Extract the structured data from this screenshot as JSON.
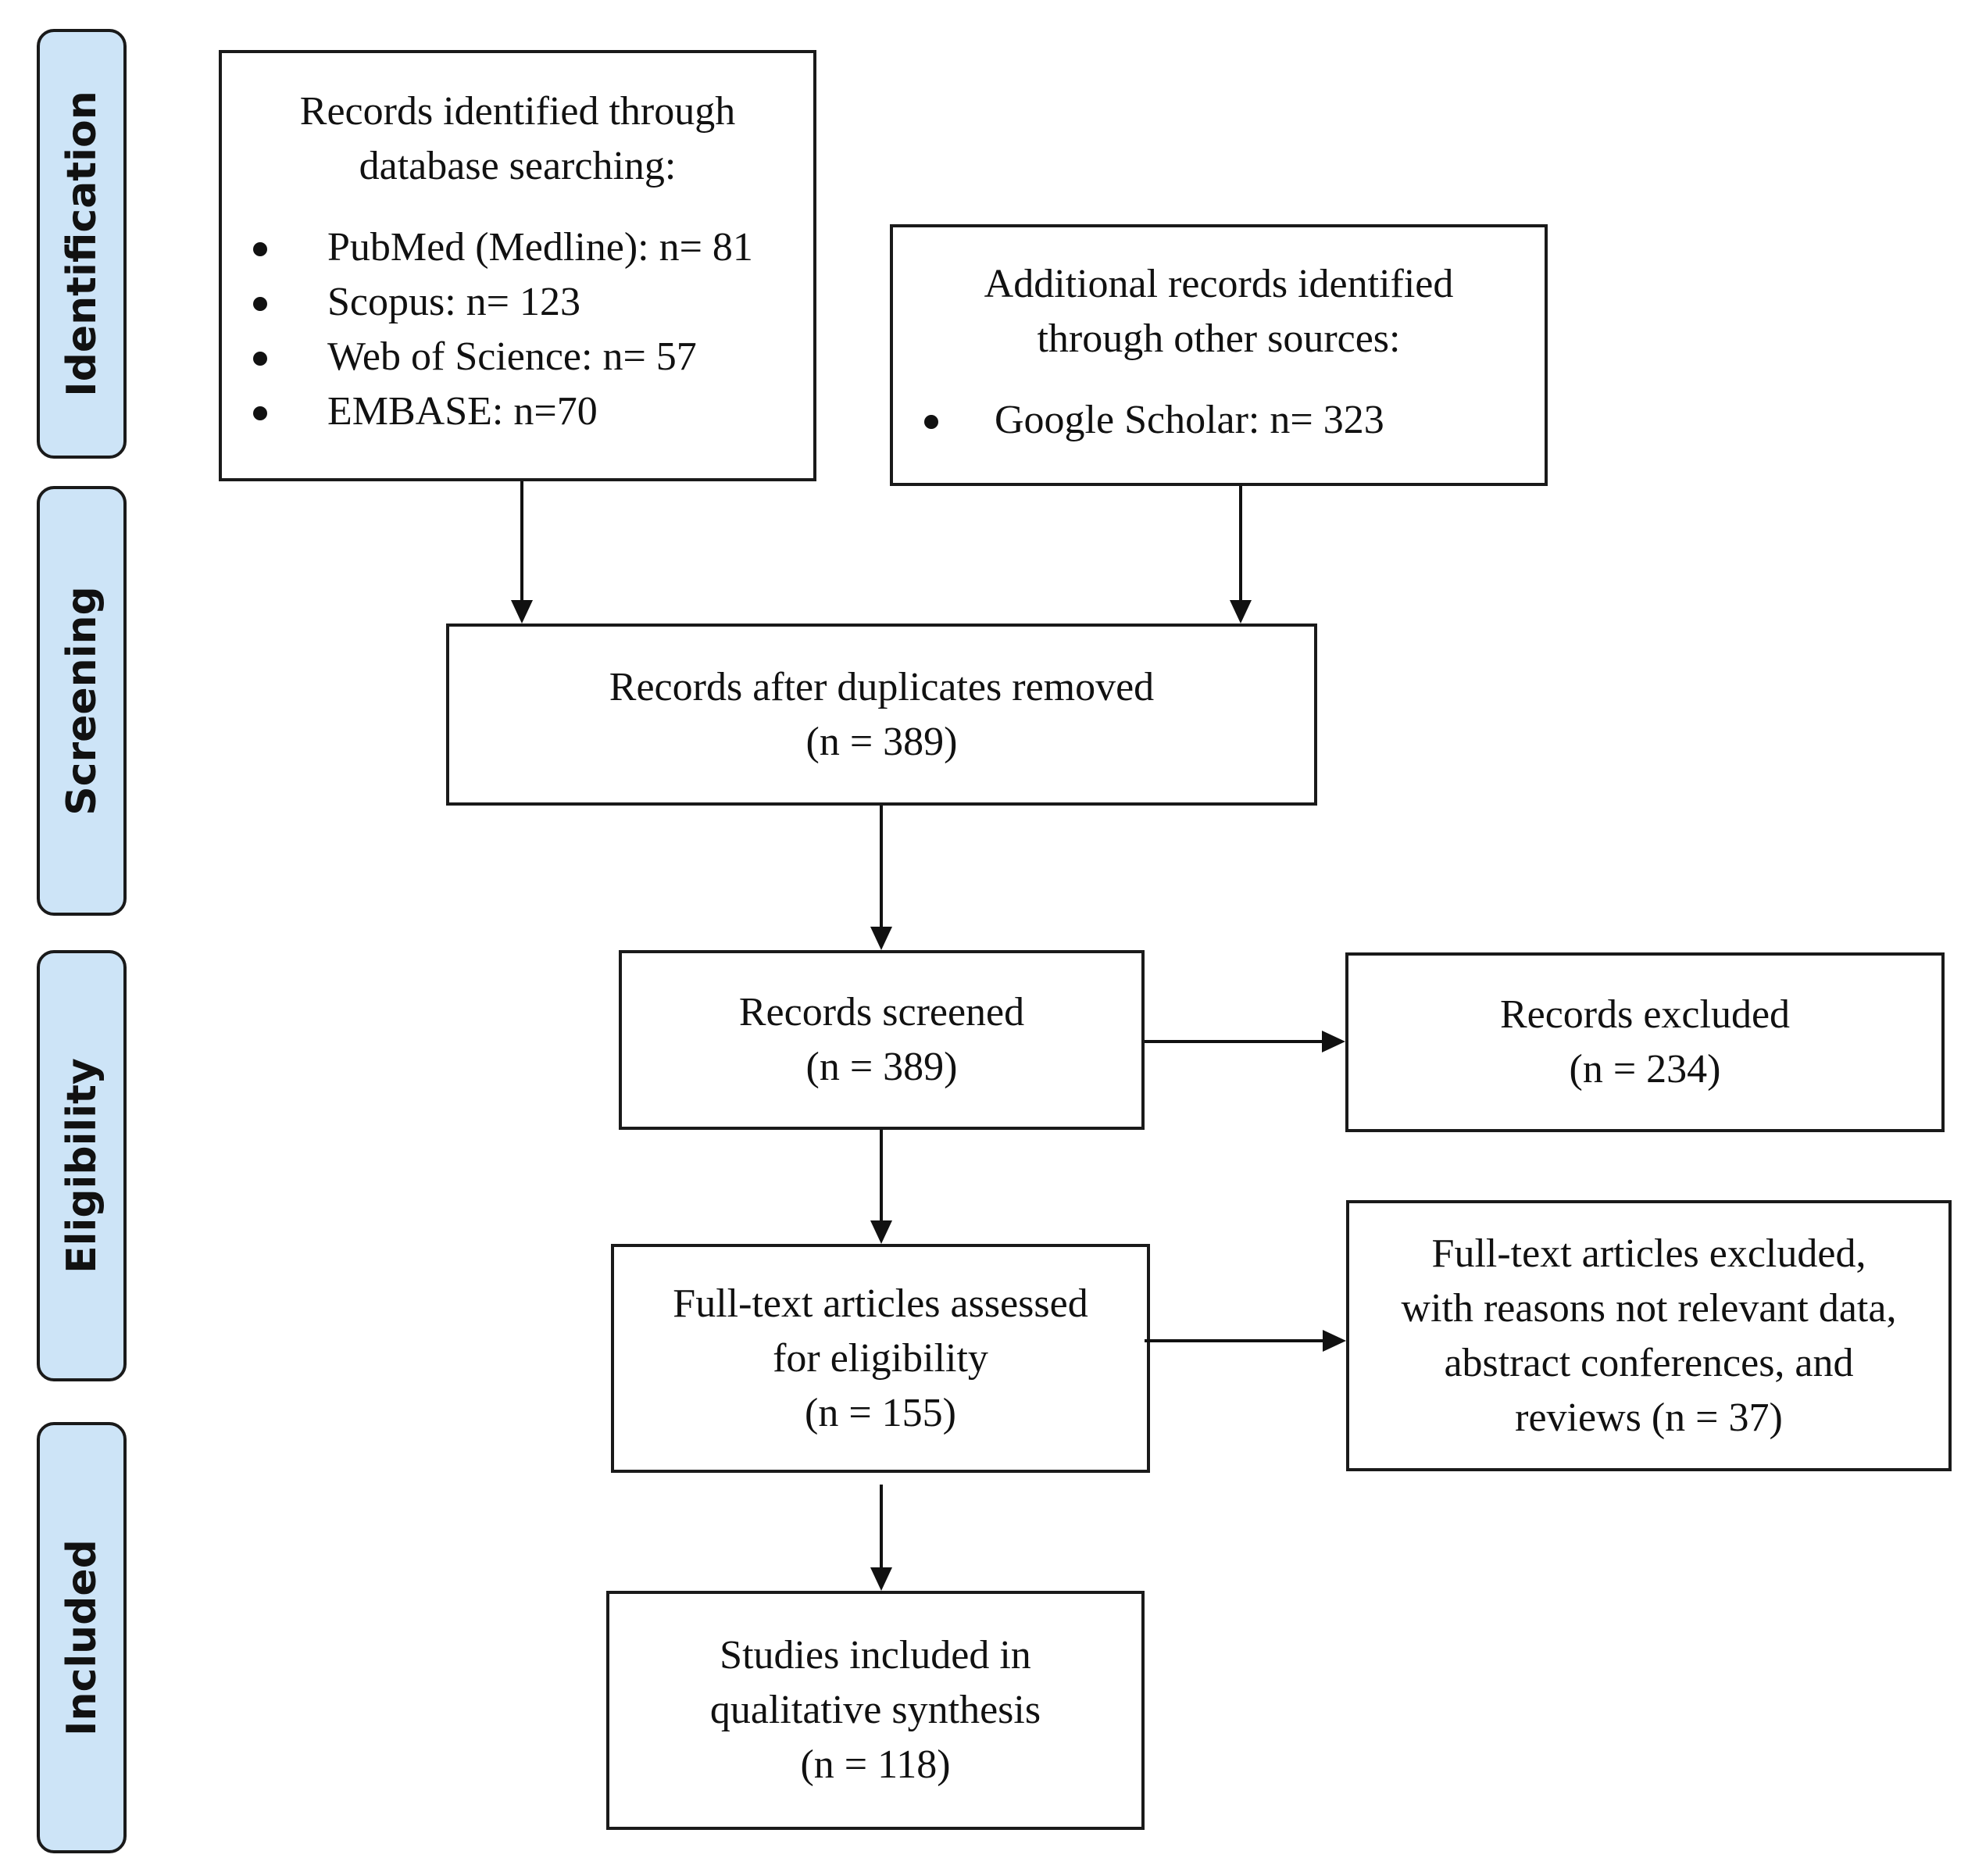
{
  "phases": [
    {
      "label": "Identification"
    },
    {
      "label": "Screening"
    },
    {
      "label": "Eligibility"
    },
    {
      "label": "Included"
    }
  ],
  "boxes": {
    "database_search": {
      "heading_lines": [
        "Records identified through",
        "database searching:"
      ],
      "items": [
        "PubMed (Medline): n= 81",
        "Scopus: n= 123",
        "Web of Science: n= 57",
        "EMBASE: n=70"
      ]
    },
    "other_sources": {
      "heading_lines": [
        "Additional records identified",
        "through other sources:"
      ],
      "items": [
        "Google Scholar: n= 323"
      ]
    },
    "duplicates_removed": {
      "lines": [
        "Records after duplicates removed",
        "(n = 389)"
      ]
    },
    "screened": {
      "lines": [
        "Records screened",
        "(n = 389)"
      ]
    },
    "excluded": {
      "lines": [
        "Records excluded",
        "(n = 234)"
      ]
    },
    "fulltext_assessed": {
      "lines": [
        "Full-text articles assessed",
        "for eligibility",
        "(n = 155)"
      ]
    },
    "fulltext_excluded": {
      "lines": [
        "Full-text articles excluded,",
        "with reasons not relevant data,",
        "abstract conferences, and",
        "reviews (n = 37)"
      ]
    },
    "included": {
      "lines": [
        "Studies included in",
        "qualitative synthesis",
        "(n = 118)"
      ]
    }
  }
}
